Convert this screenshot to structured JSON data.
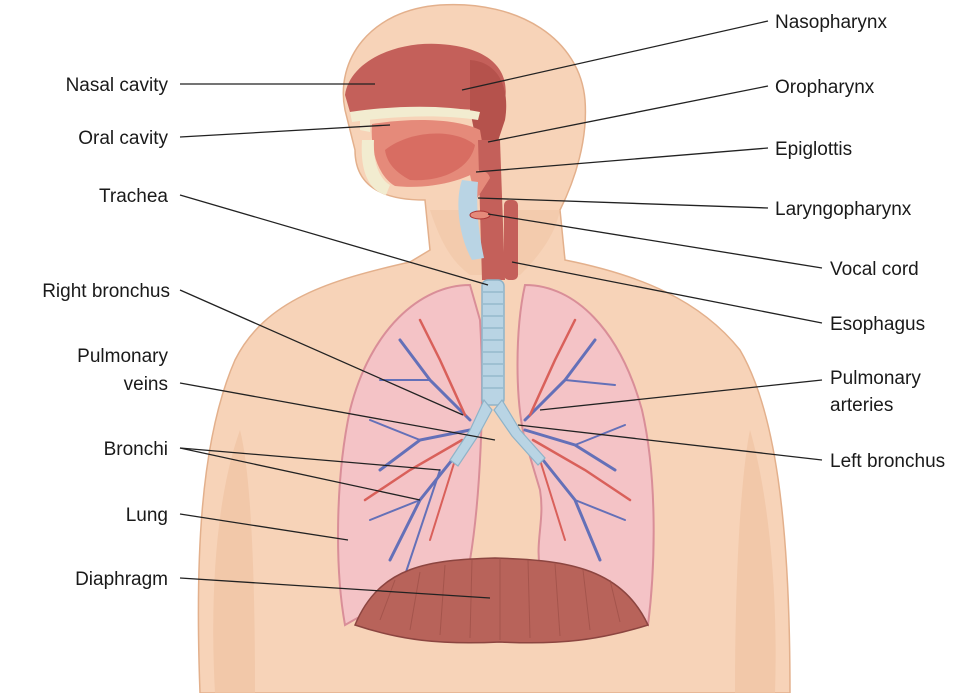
{
  "colors": {
    "skin": "#f7d3b8",
    "skin_shadow": "#e9b896",
    "lung": "#f4c3c6",
    "lung_edge": "#d98e98",
    "airway": "#b9d4e4",
    "vein": "#6470b8",
    "artery": "#d9605a",
    "tissue": "#c4605a",
    "cavity": "#b5524c",
    "diaphragm": "#b8635a",
    "bone": "#f2ecd0"
  },
  "labels": {
    "nasal_cavity": "Nasal cavity",
    "oral_cavity": "Oral cavity",
    "trachea": "Trachea",
    "right_bronchus": "Right bronchus",
    "pulmonary_veins_1": "Pulmonary",
    "pulmonary_veins_2": "veins",
    "bronchi": "Bronchi",
    "lung": "Lung",
    "diaphragm": "Diaphragm",
    "nasopharynx": "Nasopharynx",
    "oropharynx": "Oropharynx",
    "epiglottis": "Epiglottis",
    "laryngopharynx": "Laryngopharynx",
    "vocal_cord": "Vocal cord",
    "esophagus": "Esophagus",
    "pulmonary_arteries_1": "Pulmonary",
    "pulmonary_arteries_2": "arteries",
    "left_bronchus": "Left bronchus"
  }
}
